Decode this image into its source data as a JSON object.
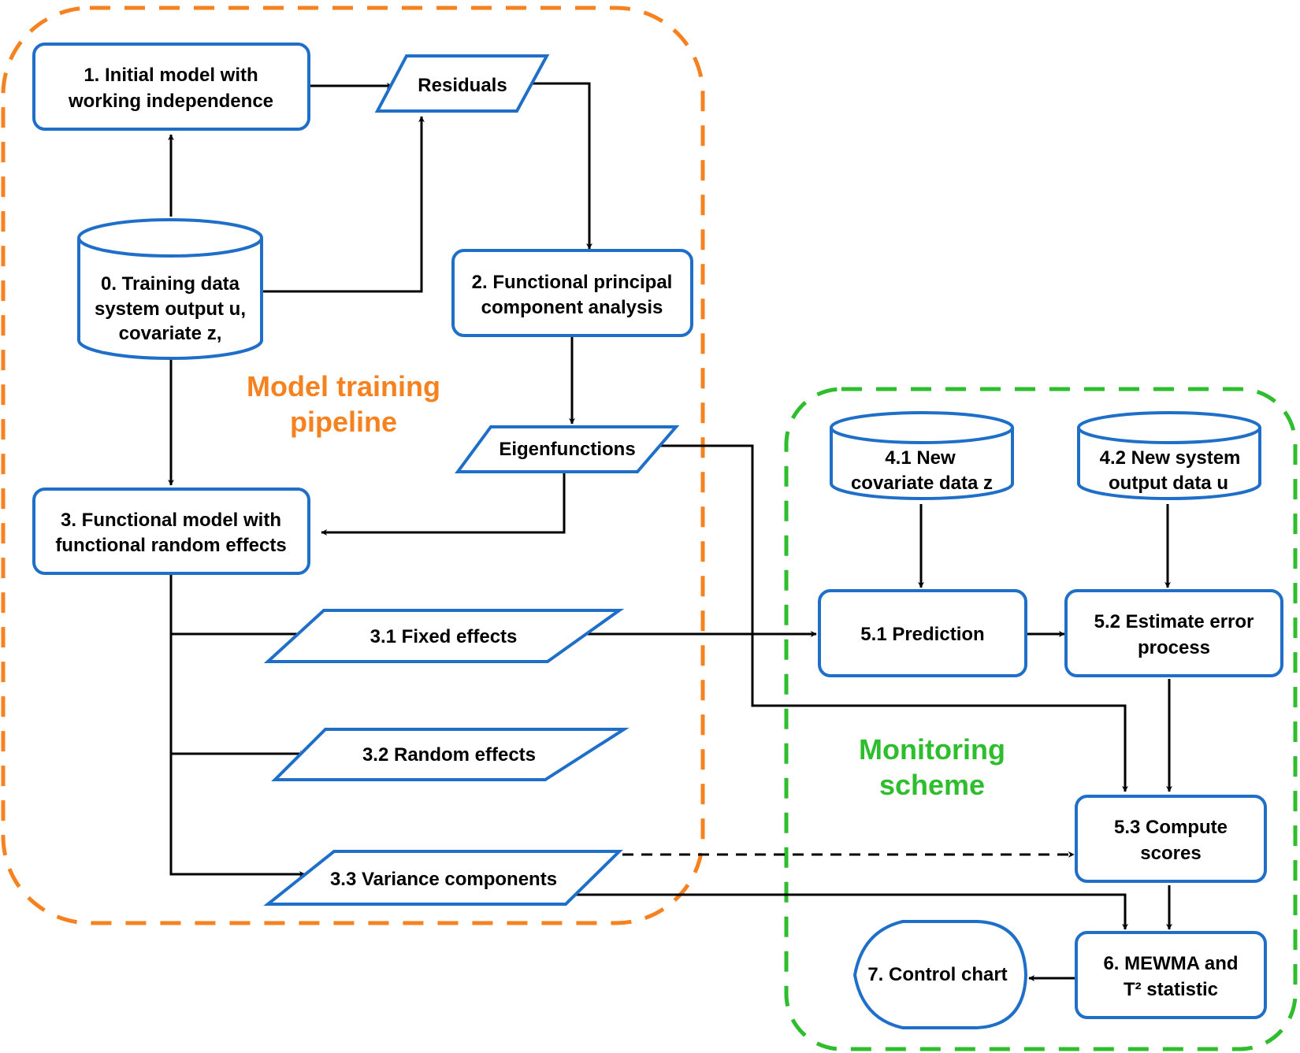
{
  "colors": {
    "node_stroke": "#1f6fc9",
    "training_group": "#f5811f",
    "monitoring_group": "#2dbd2d",
    "edge": "#000000"
  },
  "groups": {
    "training": {
      "label_line1": "Model training",
      "label_line2": "pipeline"
    },
    "monitoring": {
      "label_line1": "Monitoring",
      "label_line2": "scheme"
    }
  },
  "nodes": {
    "n1": {
      "shape": "rounded-rectangle",
      "line1": "1. Initial model with",
      "line2": "working independence"
    },
    "residuals": {
      "shape": "parallelogram",
      "line1": "Residuals"
    },
    "n0": {
      "shape": "cylinder",
      "line1": "0. Training data",
      "line2": "system output u,",
      "line3": "covariate z,"
    },
    "n2": {
      "shape": "rounded-rectangle",
      "line1": "2. Functional principal",
      "line2": "component analysis"
    },
    "eigen": {
      "shape": "parallelogram",
      "line1": "Eigenfunctions"
    },
    "n3": {
      "shape": "rounded-rectangle",
      "line1": "3. Functional model with",
      "line2": "functional random effects"
    },
    "n31": {
      "shape": "parallelogram",
      "line1": "3.1 Fixed effects"
    },
    "n32": {
      "shape": "parallelogram",
      "line1": "3.2 Random effects"
    },
    "n33": {
      "shape": "parallelogram",
      "line1": "3.3 Variance components"
    },
    "n41": {
      "shape": "cylinder",
      "line1": "4.1 New",
      "line2": "covariate data z"
    },
    "n42": {
      "shape": "cylinder",
      "line1": "4.2 New system",
      "line2": "output data u"
    },
    "n51": {
      "shape": "rounded-rectangle",
      "line1": "5.1 Prediction"
    },
    "n52": {
      "shape": "rounded-rectangle",
      "line1": "5.2 Estimate error",
      "line2": "process"
    },
    "n53": {
      "shape": "rounded-rectangle",
      "line1": "5.3 Compute",
      "line2": "scores"
    },
    "n6": {
      "shape": "rounded-rectangle",
      "line1": "6. MEWMA and",
      "line2": "T² statistic"
    },
    "n7": {
      "shape": "display",
      "line1": "7. Control chart"
    }
  },
  "edges": [
    {
      "from": "n0",
      "to": "n1",
      "style": "solid"
    },
    {
      "from": "n0",
      "to": "residuals",
      "style": "solid"
    },
    {
      "from": "n1",
      "to": "residuals",
      "style": "solid"
    },
    {
      "from": "residuals",
      "to": "n2",
      "style": "solid"
    },
    {
      "from": "n2",
      "to": "eigen",
      "style": "solid"
    },
    {
      "from": "eigen",
      "to": "n3",
      "style": "solid"
    },
    {
      "from": "n0",
      "to": "n3",
      "style": "solid"
    },
    {
      "from": "n3",
      "to": "n31",
      "style": "solid"
    },
    {
      "from": "n3",
      "to": "n32",
      "style": "solid"
    },
    {
      "from": "n3",
      "to": "n33",
      "style": "solid"
    },
    {
      "from": "n31",
      "to": "n51",
      "style": "solid"
    },
    {
      "from": "eigen",
      "to": "n53",
      "style": "solid"
    },
    {
      "from": "n41",
      "to": "n51",
      "style": "solid"
    },
    {
      "from": "n42",
      "to": "n52",
      "style": "solid"
    },
    {
      "from": "n51",
      "to": "n52",
      "style": "solid"
    },
    {
      "from": "n52",
      "to": "n53",
      "style": "solid"
    },
    {
      "from": "n33",
      "to": "n53",
      "style": "dashed"
    },
    {
      "from": "n33",
      "to": "n6",
      "style": "solid"
    },
    {
      "from": "n53",
      "to": "n6",
      "style": "solid"
    },
    {
      "from": "n6",
      "to": "n7",
      "style": "solid"
    }
  ]
}
